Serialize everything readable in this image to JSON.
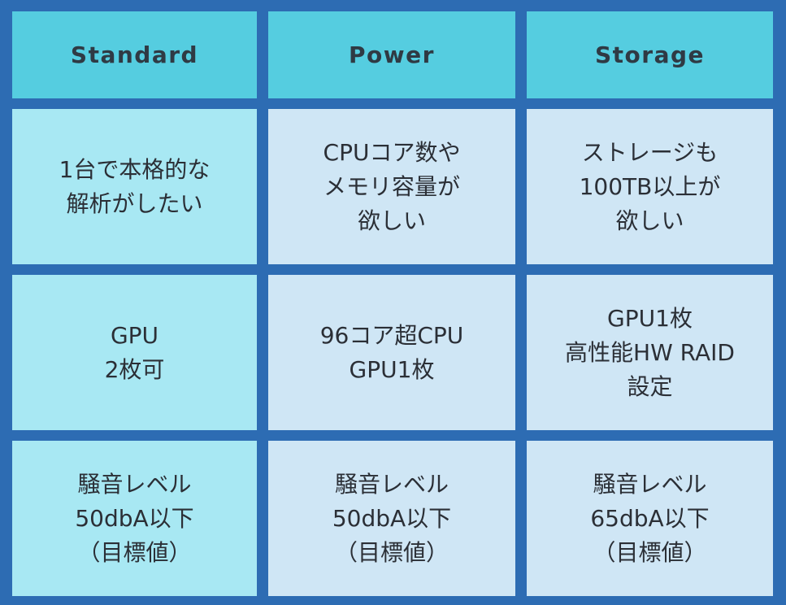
{
  "headers": [
    "Standard",
    "Power",
    "Storage"
  ],
  "rows": [
    [
      "1台で本格的な\n解析がしたい",
      "CPUコア数や\nメモリ容量が\n欲しい",
      "ストレージも\n100TB以上が\n欲しい"
    ],
    [
      "GPU\n2枚可",
      "96コア超CPU\nGPU1枚",
      "GPU1枚\n高性能HW RAID\n設定"
    ],
    [
      "騒音レベル\n50dbA以下\n（目標値）",
      "騒音レベル\n50dbA以下\n（目標値）",
      "騒音レベル\n65dbA以下\n（目標値）"
    ]
  ],
  "colors": {
    "background": "#2d6cb3",
    "header": "#55cde0",
    "column_standard": "#a8e8f3",
    "column_other": "#cfe6f5"
  }
}
